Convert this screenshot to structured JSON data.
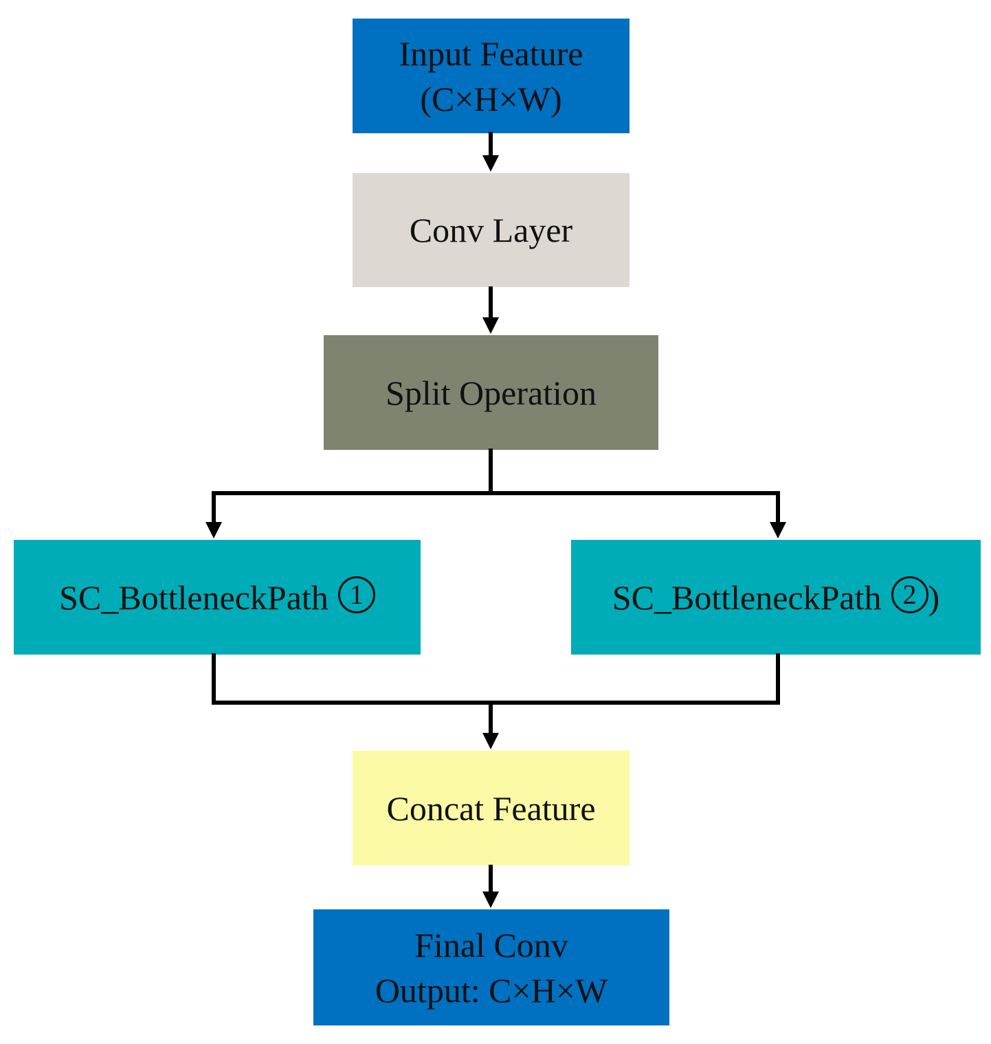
{
  "colors": {
    "input_fill": "#0070c0",
    "conv_fill": "#ded8d3",
    "split_fill": "#7e8470",
    "path_fill": "#00acb8",
    "concat_fill": "#fcf9a6",
    "final_fill": "#0070c0",
    "connector": "#000000"
  },
  "nodes": {
    "input": {
      "line1": "Input Feature",
      "line2": "(C×H×W)"
    },
    "conv": {
      "label": "Conv Layer"
    },
    "split": {
      "label": "Split Operation"
    },
    "path1": {
      "label": "SC_BottleneckPath",
      "marker": "1",
      "suffix": ""
    },
    "path2": {
      "label": "SC_BottleneckPath",
      "marker": "2",
      "suffix": ")"
    },
    "concat": {
      "label": "Concat Feature"
    },
    "final": {
      "line1": "Final Conv",
      "line2": "Output: C×H×W"
    }
  }
}
